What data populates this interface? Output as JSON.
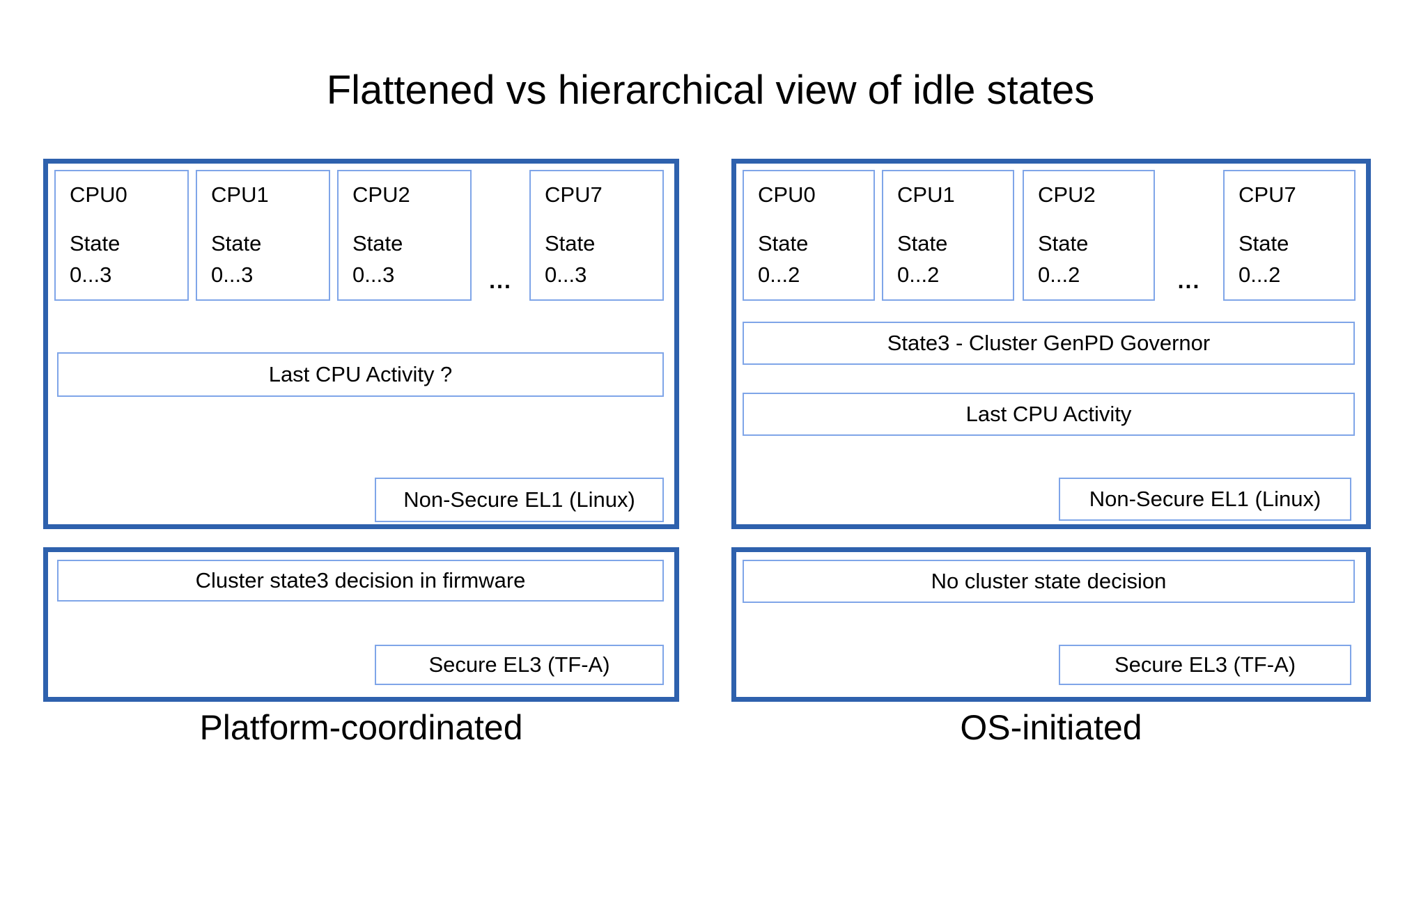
{
  "title": "Flattened vs hierarchical view of idle states",
  "colors": {
    "panel_border": "#2e61ad",
    "box_border": "#7fa5e8",
    "background": "#ffffff",
    "text": "#000000"
  },
  "left": {
    "caption": "Platform-coordinated",
    "ellipsis": "...",
    "cpus": [
      {
        "name": "CPU0",
        "state_label": "State",
        "state_range": "0...3"
      },
      {
        "name": "CPU1",
        "state_label": "State",
        "state_range": "0...3"
      },
      {
        "name": "CPU2",
        "state_label": "State",
        "state_range": "0...3"
      },
      {
        "name": "CPU7",
        "state_label": "State",
        "state_range": "0...3"
      }
    ],
    "activity_label": "Last CPU Activity ?",
    "el1_label": "Non-Secure EL1 (Linux)",
    "firmware_label": "Cluster state3 decision in firmware",
    "el3_label": "Secure EL3 (TF-A)"
  },
  "right": {
    "caption": "OS-initiated",
    "ellipsis": "...",
    "cpus": [
      {
        "name": "CPU0",
        "state_label": "State",
        "state_range": "0...2"
      },
      {
        "name": "CPU1",
        "state_label": "State",
        "state_range": "0...2"
      },
      {
        "name": "CPU2",
        "state_label": "State",
        "state_range": "0...2"
      },
      {
        "name": "CPU7",
        "state_label": "State",
        "state_range": "0...2"
      }
    ],
    "governor_label": "State3 - Cluster GenPD Governor",
    "activity_label": "Last CPU Activity",
    "el1_label": "Non-Secure EL1 (Linux)",
    "decision_label": "No cluster state decision",
    "el3_label": "Secure EL3 (TF-A)"
  }
}
